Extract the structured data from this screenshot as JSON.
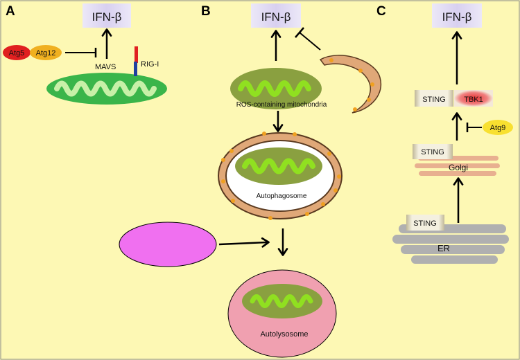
{
  "panels": {
    "a": {
      "letter": "A",
      "ifn": "IFN-β",
      "atg5": "Atg5",
      "atg12": "Atg12",
      "mavs": "MAVS",
      "rig_i": "RIG-I"
    },
    "b": {
      "letter": "B",
      "ifn": "IFN-β",
      "ros_mito": "ROS-containing mitochondria",
      "autophagosome": "Autophagosome",
      "autolysosome": "Autolysosome"
    },
    "c": {
      "letter": "C",
      "ifn": "IFN-β",
      "sting_top": "STING",
      "tbk1": "TBK1",
      "atg9": "Atg9",
      "sting_golgi": "STING",
      "golgi": "Golgi",
      "sting_er": "STING",
      "er": "ER"
    }
  },
  "colors": {
    "background": "#fdf8b4",
    "ifn_box": "#d8d0f0",
    "mito_outer": "#3ab54a",
    "mito_inner": "#c8f0a8",
    "atg5": "#e02020",
    "atg12": "#f0b020",
    "rig_i_red": "#e02020",
    "rig_i_blue": "#2040a0",
    "membrane": "#e0a878",
    "dot": "#f0a020",
    "mito_ros": "#8aa040",
    "mito_ros_inner": "#90e020",
    "autolysosome": "#f0a0b0",
    "magenta": "#f070f0",
    "atg9": "#f8e030",
    "tbk1": "#e04040",
    "golgi": "#e8b090",
    "er": "#b0b0b0"
  }
}
